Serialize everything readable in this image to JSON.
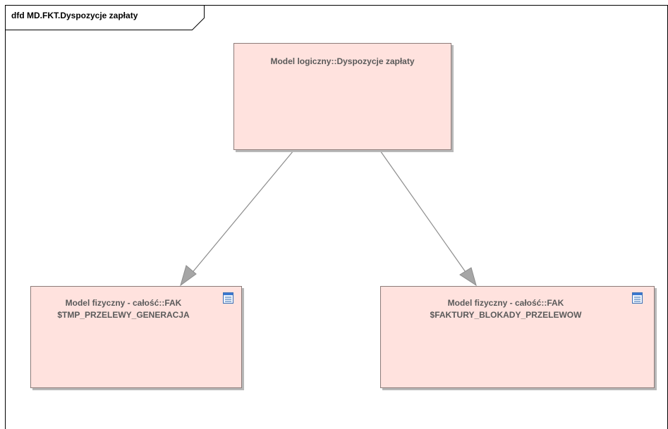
{
  "diagram": {
    "title": "dfd MD.FKT.Dyspozycje zapłaty",
    "nodes": {
      "logical": {
        "line1": "Model logiczny::Dyspozycje zapłaty"
      },
      "left": {
        "line1": "Model fizyczny - całość::FAK",
        "line2": "$TMP_PRZELEWY_GENERACJA",
        "icon": "table-icon"
      },
      "right": {
        "line1": "Model fizyczny - całość::FAK",
        "line2": "$FAKTURY_BLOKADY_PRZELEWOW",
        "icon": "table-icon"
      }
    },
    "edges": [
      {
        "from": "logical",
        "to": "left"
      },
      {
        "from": "logical",
        "to": "right"
      }
    ],
    "colors": {
      "node_fill": "#ffe2de",
      "node_border": "#8c7a78",
      "edge": "#8c8c8c",
      "frame": "#000000"
    }
  }
}
